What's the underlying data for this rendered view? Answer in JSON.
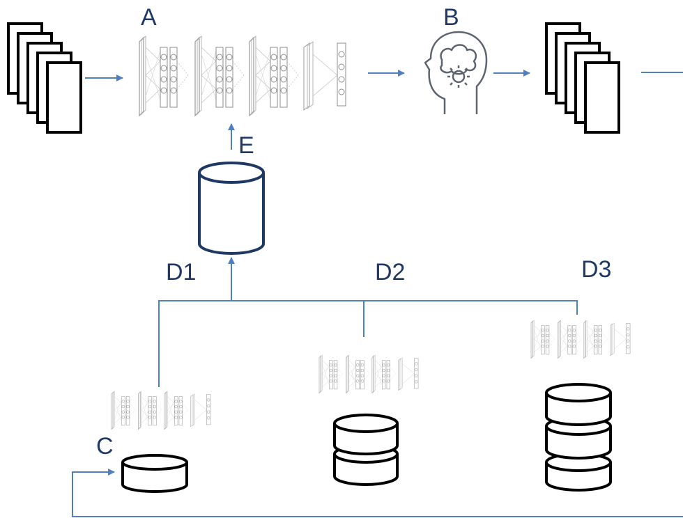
{
  "labels": {
    "a": "A",
    "b": "B",
    "c": "C",
    "d1": "D1",
    "d2": "D2",
    "d3": "D3",
    "e": "E"
  },
  "icons": {
    "input_documents": "document-stack-icon",
    "network": "neural-network-icon",
    "brain": "brain-gear-head-icon",
    "output_documents": "document-stack-icon",
    "database": "database-cylinder-icon"
  },
  "colors": {
    "arrow": "#4f7fbf",
    "label": "#1f3864",
    "database_blue": "#1f3864",
    "outline": "#000000"
  }
}
